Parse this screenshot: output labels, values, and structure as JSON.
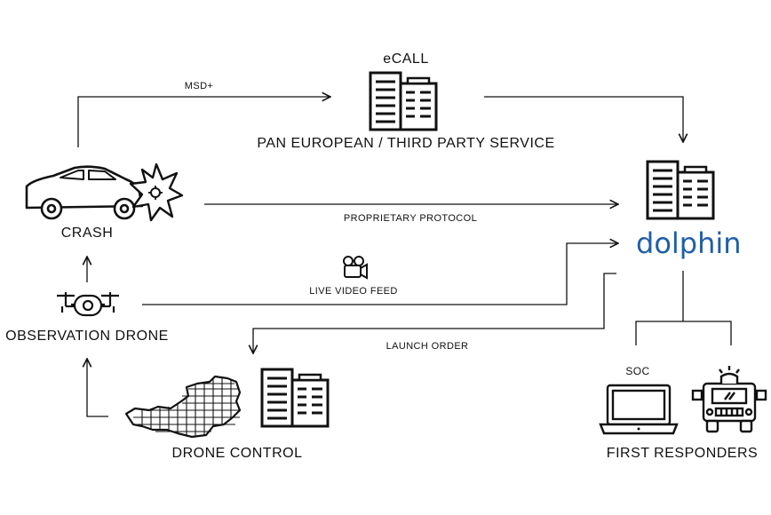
{
  "labels": {
    "ecall": "eCALL",
    "msd": "MSD+",
    "pan_service": "PAN EUROPEAN / THIRD PARTY SERVICE",
    "crash": "CRASH",
    "proprietary_protocol": "PROPRIETARY PROTOCOL",
    "live_video_feed": "LIVE VIDEO FEED",
    "observation_drone": "OBSERVATION DRONE",
    "launch_order": "LAUNCH ORDER",
    "drone_control": "DRONE CONTROL",
    "soc": "SOC",
    "first_responders": "FIRST RESPONDERS"
  },
  "brand": {
    "name": "dolphin",
    "color": "#1f5fa6"
  },
  "icons": [
    "building-icon",
    "car-icon",
    "explosion-icon",
    "drone-icon",
    "video-camera-icon",
    "austria-map-icon",
    "laptop-icon",
    "fire-truck-icon"
  ]
}
